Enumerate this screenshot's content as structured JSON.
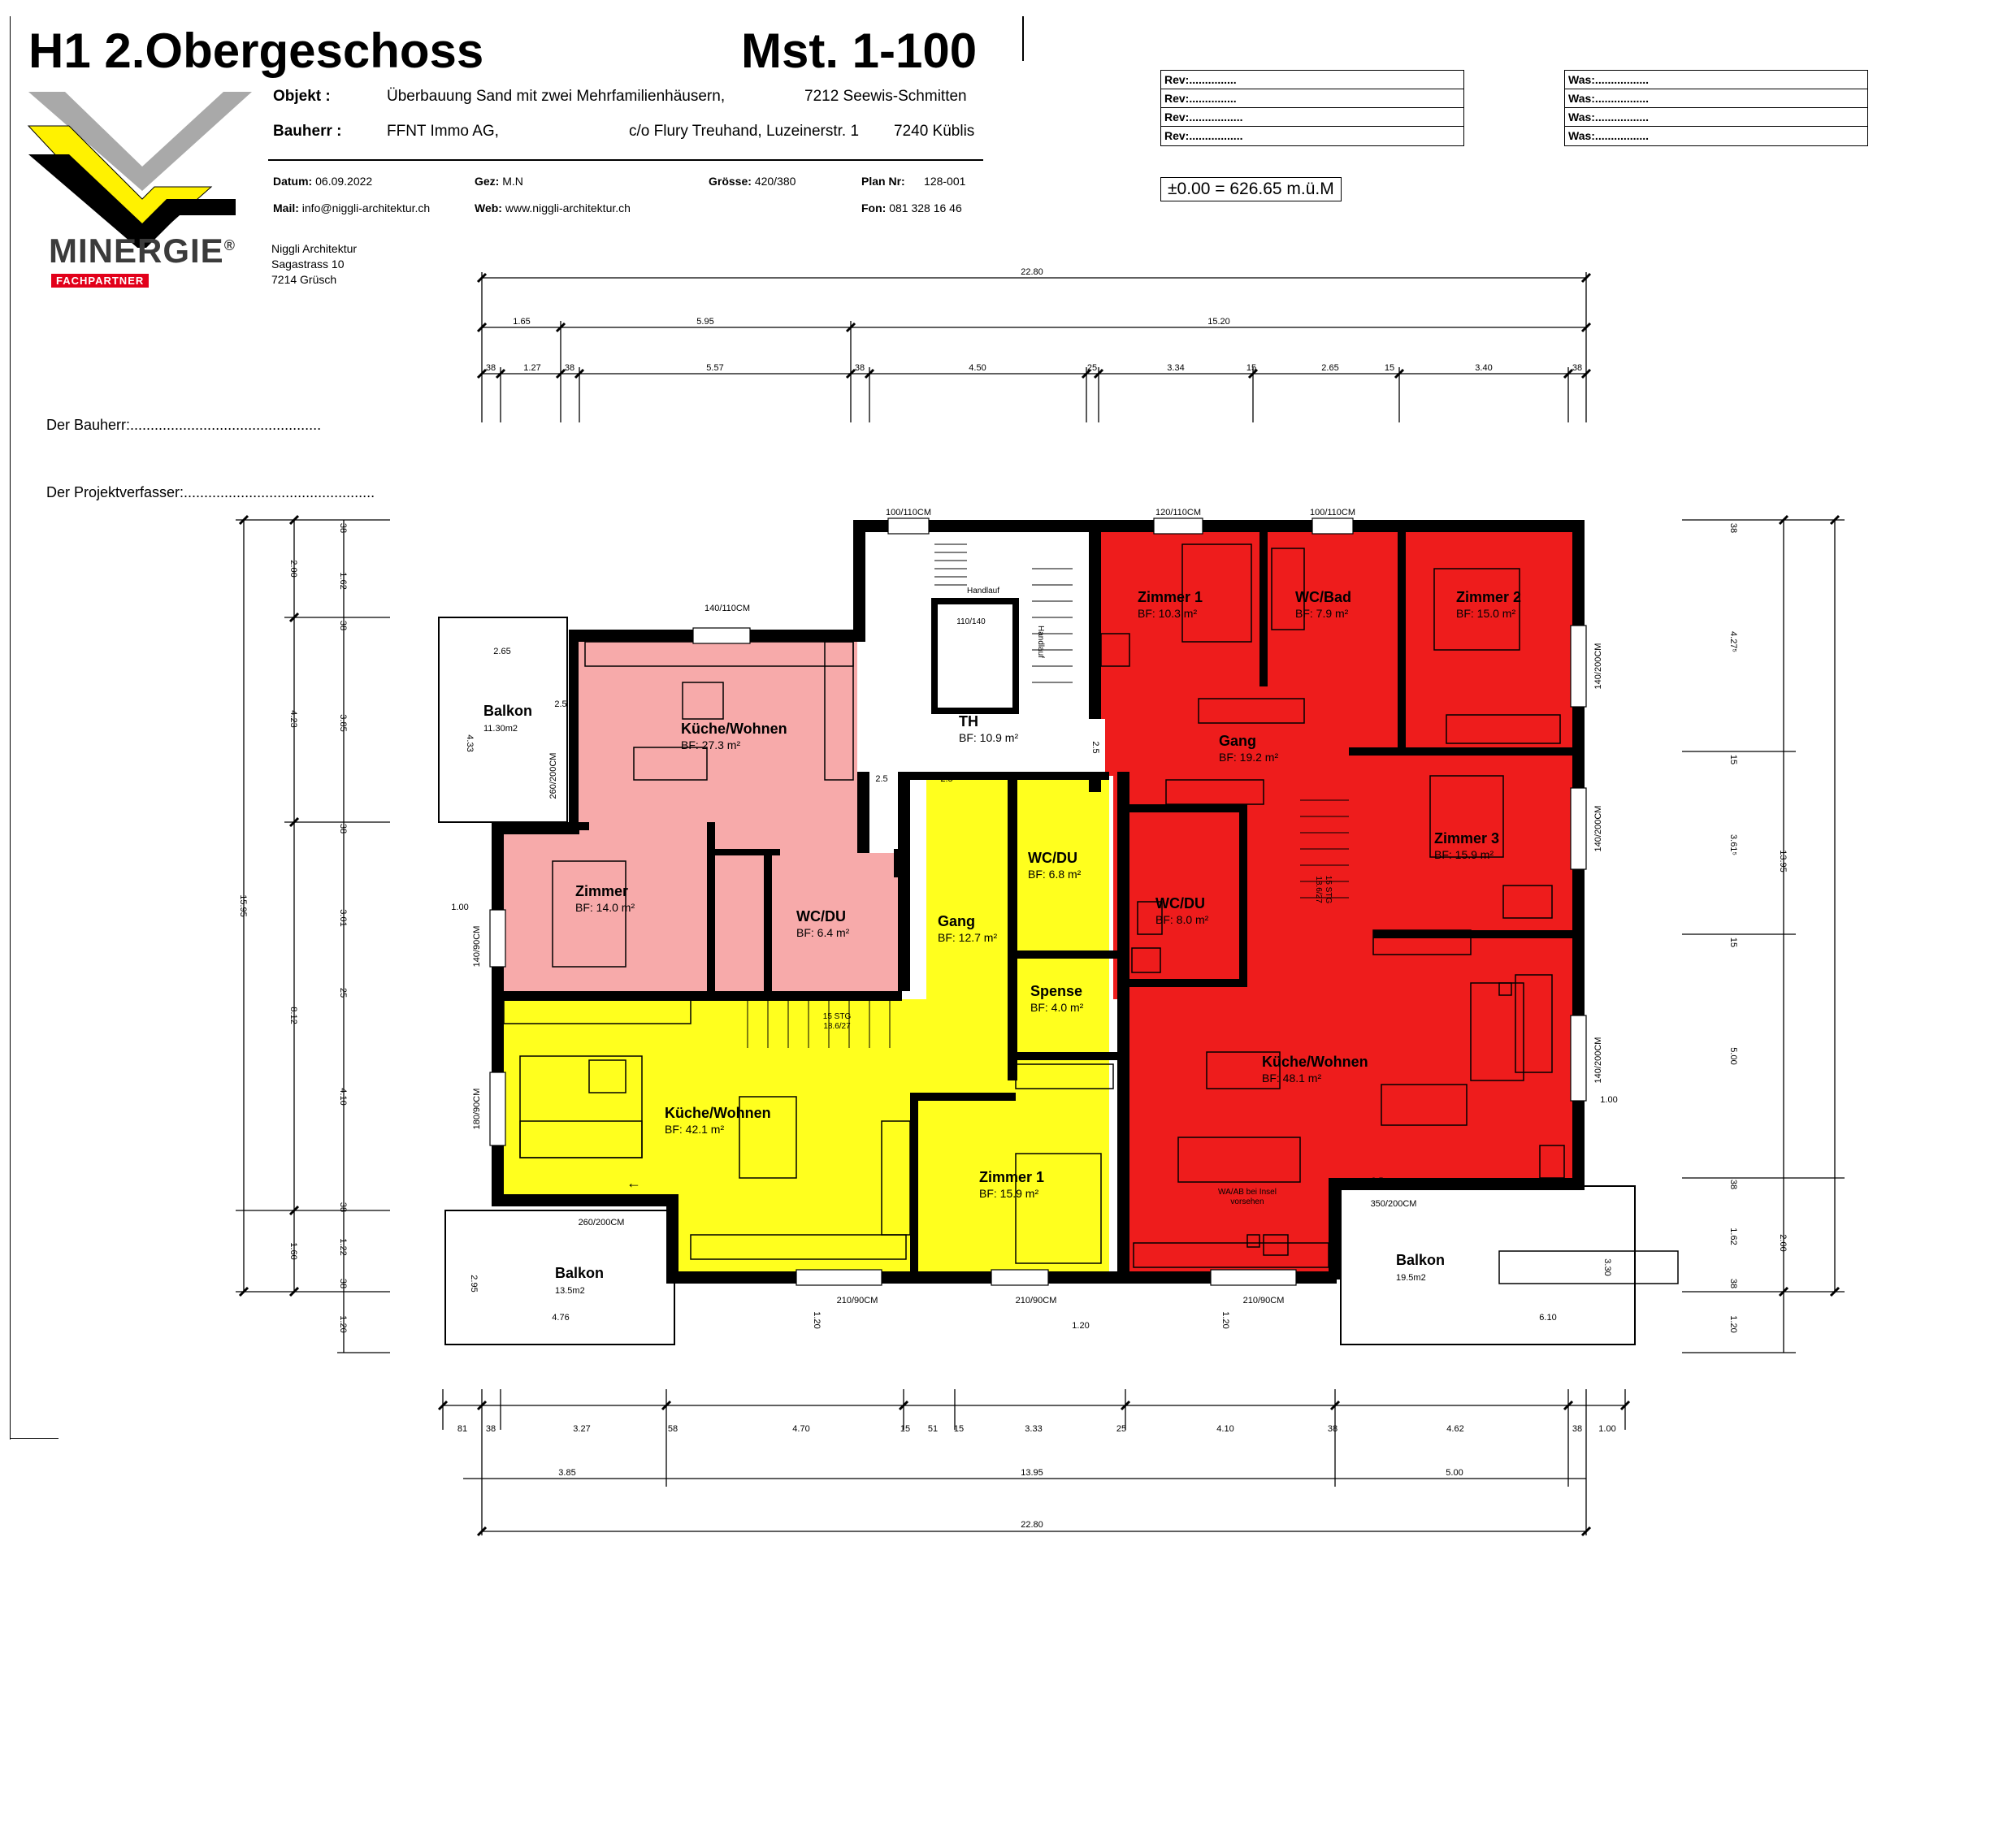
{
  "header": {
    "title": "H1 2.Obergeschoss",
    "scale": "Mst. 1-100",
    "objekt_label": "Objekt :",
    "objekt_value": "Überbauung Sand mit zwei Mehrfamilienhäusern,",
    "objekt_location": "7212 Seewis-Schmitten",
    "bauherr_label": "Bauherr :",
    "bauherr_value": "FFNT Immo AG,",
    "bauherr_address": "c/o Flury Treuhand, Luzeinerstr. 1",
    "bauherr_city": "7240 Küblis",
    "datum_label": "Datum:",
    "datum": "06.09.2022",
    "gez_label": "Gez:",
    "gez": "M.N",
    "groesse_label": "Grösse:",
    "groesse": "420/380",
    "plan_label": "Plan Nr:",
    "plan_nr": "128-001",
    "mail_label": "Mail:",
    "mail": "info@niggli-architektur.ch",
    "web_label": "Web:",
    "web": "www.niggli-architektur.ch",
    "fon_label": "Fon:",
    "fon": "081 328 16 46"
  },
  "logo": {
    "brand": "MINERGIE",
    "registered": "®",
    "badge": "FACHPARTNER"
  },
  "office": {
    "name": "Niggli Architektur",
    "street": "Sagastrass 10",
    "city": "7214 Grüsch"
  },
  "signatures": {
    "bauherr": "Der Bauherr:...............................................",
    "projektverfasser": "Der Projektverfasser:..............................................."
  },
  "revisions": {
    "rev": [
      "Rev:...............",
      "Rev:...............",
      "Rev:.................",
      "Rev:................."
    ],
    "was": [
      "Was:.................",
      "Was:.................",
      "Was:.................",
      "Was:................."
    ]
  },
  "height_reference": "±0.00 = 626.65 m.ü.M",
  "colors": {
    "unit_pink": "#f7aaaa",
    "unit_yellow": "#ffff1e",
    "unit_red": "#ee1c1c",
    "wall": "#000000"
  },
  "rooms": [
    {
      "name": "Küche/Wohnen",
      "area": "BF: 27.3 m²"
    },
    {
      "name": "Zimmer",
      "area": "BF: 14.0 m²"
    },
    {
      "name": "WC/DU",
      "area": "BF: 6.4 m²"
    },
    {
      "name": "Balkon",
      "area": "11.30m2"
    },
    {
      "name": "TH",
      "area": "BF: 10.9 m²"
    },
    {
      "name": "Gang",
      "area": "BF: 12.7 m²"
    },
    {
      "name": "WC/DU",
      "area": "BF: 6.8 m²"
    },
    {
      "name": "Spense",
      "area": "BF: 4.0 m²"
    },
    {
      "name": "Küche/Wohnen",
      "area": "BF: 42.1 m²"
    },
    {
      "name": "Zimmer 1",
      "area": "BF: 15.9 m²"
    },
    {
      "name": "Balkon",
      "area": "13.5m2"
    },
    {
      "name": "Zimmer 1",
      "area": "BF: 10.3 m²"
    },
    {
      "name": "WC/Bad",
      "area": "BF: 7.9 m²"
    },
    {
      "name": "Zimmer 2",
      "area": "BF: 15.0 m²"
    },
    {
      "name": "Gang",
      "area": "BF: 19.2 m²"
    },
    {
      "name": "Zimmer 3",
      "area": "BF: 15.9 m²"
    },
    {
      "name": "WC/DU",
      "area": "BF: 8.0 m²"
    },
    {
      "name": "Küche/Wohnen",
      "area": "BF: 48.1 m²"
    },
    {
      "name": "Balkon",
      "area": "19.5m2"
    }
  ],
  "plan_notes": {
    "handlauf_1": "Handlauf",
    "handlauf_2": "Handlauf",
    "lift": "110/140",
    "stairs_1": "15 STG",
    "stairs_1b": "18.6/27",
    "stairs_2": "15 STG",
    "stairs_2b": "18.6/27",
    "insel": "WA/AB bei Insel",
    "insel_2": "vorsehen",
    "arrow": "←"
  },
  "windows": [
    "100/110CM",
    "120/110CM",
    "100/110CM",
    "140/110CM",
    "260/200CM",
    "140/90CM",
    "180/90CM",
    "260/200CM",
    "350/200CM",
    "210/90CM",
    "140/200CM",
    "210/90CM",
    "210/90CM",
    "140/200CM",
    "140/200CM"
  ],
  "door_marks": [
    "2.5",
    "2.5",
    "2.5",
    "2.5",
    "2.5",
    "2.5",
    "2.5"
  ],
  "dims": {
    "top_total": "22.80",
    "top_mid": [
      "1.65",
      "5.95",
      "15.20"
    ],
    "top_detail": [
      "38",
      "1.27",
      "38",
      "5.57",
      "38",
      "4.50",
      "25",
      "3.34",
      "15",
      "2.65",
      "15",
      "3.40",
      "38"
    ],
    "bottom_detail": [
      "81",
      "38",
      "3.27",
      "58",
      "4.70",
      "15",
      "51",
      "15",
      "3.33",
      "25",
      "4.10",
      "38",
      "4.62",
      "38",
      "1.00"
    ],
    "bottom_mid": [
      "3.85",
      "13.95",
      "5.00"
    ],
    "bottom_total": "22.80",
    "left_total": "15.95",
    "left_mid": [
      "2.00",
      "4.23",
      "8.12",
      "1.60"
    ],
    "left_detail": [
      "38",
      "1.62",
      "38",
      "3.85",
      "38",
      "3.01",
      "25",
      "4.10",
      "38",
      "1.22",
      "38",
      "1.20"
    ],
    "right_total": "13.95",
    "right_mid": "2.00",
    "right_detail": [
      "38",
      "4.27⁵",
      "15",
      "3.61⁵",
      "15",
      "5.00",
      "38",
      "1.62",
      "38",
      "1.20"
    ],
    "balcony_left_top": [
      "2.65",
      "4.33"
    ],
    "balcony_left_bottom": [
      "2.95",
      "4.76",
      "1.20"
    ],
    "balcony_right": [
      "3.30",
      "6.10",
      "1.20"
    ],
    "misc": [
      "1.00",
      "1.00",
      "1.20"
    ]
  }
}
